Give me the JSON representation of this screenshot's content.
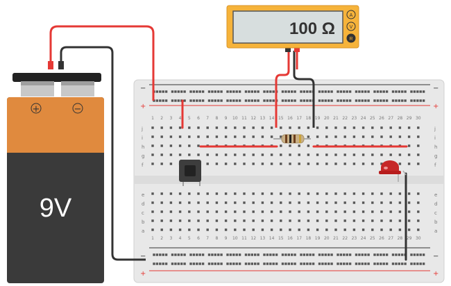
{
  "battery": {
    "label": "9V",
    "positive_symbol": "+",
    "negative_symbol": "−"
  },
  "multimeter": {
    "reading": "100 Ω",
    "modes": [
      "A",
      "V",
      "R"
    ],
    "active_mode": "R"
  },
  "breadboard": {
    "row_letters_top": [
      "j",
      "i",
      "h",
      "g",
      "f"
    ],
    "row_letters_bottom": [
      "e",
      "d",
      "c",
      "b",
      "a"
    ],
    "column_count": 30,
    "rail_signs": {
      "negative": "−",
      "positive": "+"
    }
  },
  "components": {
    "resistor": {
      "value": "100 Ω"
    },
    "led": {
      "color": "#d32f2f"
    },
    "pushbutton": {
      "type": "tactile"
    }
  },
  "colors": {
    "red_wire": "#e53935",
    "black_wire": "#333333",
    "battery_top": "#e08a3e",
    "battery_body": "#3a3a3a",
    "multimeter_body": "#f6b33a",
    "breadboard": "#e8e8e8"
  }
}
